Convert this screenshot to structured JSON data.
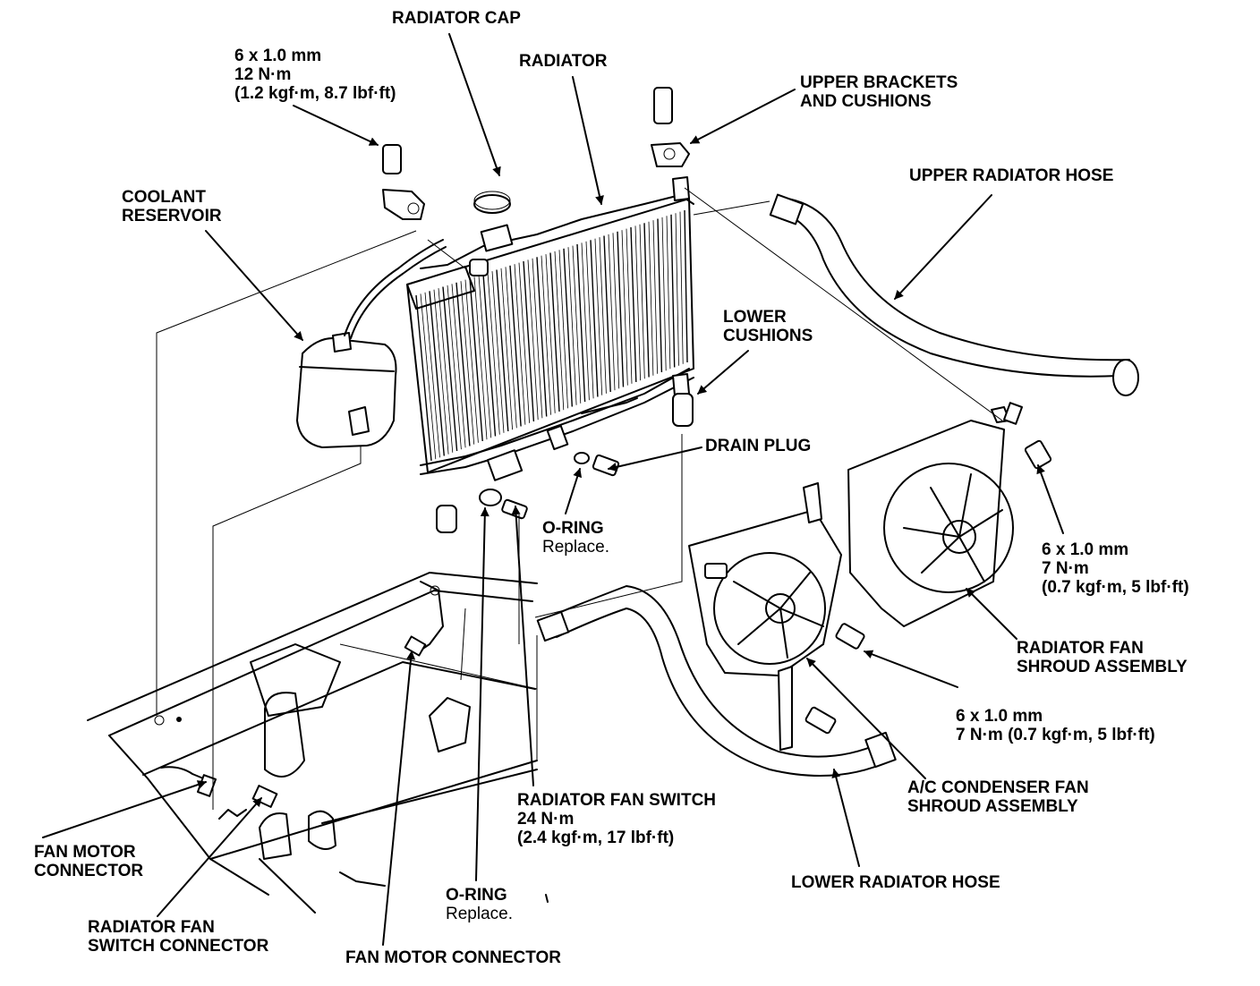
{
  "labels": {
    "radiator_cap": "RADIATOR CAP",
    "radiator": "RADIATOR",
    "bolt_top_left": [
      "6 x 1.0 mm",
      "12 N·m",
      "(1.2 kgf·m, 8.7 lbf·ft)"
    ],
    "upper_brackets": [
      "UPPER BRACKETS",
      "AND CUSHIONS"
    ],
    "upper_radiator_hose": "UPPER RADIATOR HOSE",
    "coolant_reservoir": [
      "COOLANT",
      "RESERVOIR"
    ],
    "lower_cushions": [
      "LOWER",
      "CUSHIONS"
    ],
    "drain_plug": "DRAIN PLUG",
    "o_ring_upper": [
      "O-RING",
      "Replace."
    ],
    "bolt_right_upper": [
      "6 x 1.0 mm",
      "7 N·m",
      "(0.7 kgf·m, 5 lbf·ft)"
    ],
    "radiator_fan_shroud": [
      "RADIATOR FAN",
      "SHROUD ASSEMBLY"
    ],
    "bolt_right_lower": [
      "6 x 1.0 mm",
      "7 N·m (0.7 kgf·m, 5 lbf·ft)"
    ],
    "radiator_fan_switch": [
      "RADIATOR FAN SWITCH",
      "24 N·m",
      "(2.4 kgf·m, 17 lbf·ft)"
    ],
    "ac_condenser_fan_shroud": [
      "A/C CONDENSER FAN",
      "SHROUD ASSEMBLY"
    ],
    "fan_motor_connector_left": [
      "FAN MOTOR",
      "CONNECTOR"
    ],
    "lower_radiator_hose": "LOWER RADIATOR HOSE",
    "o_ring_lower": [
      "O-RING",
      "Replace."
    ],
    "radiator_fan_switch_connector": [
      "RADIATOR FAN",
      "SWITCH CONNECTOR"
    ],
    "fan_motor_connector_bottom": "FAN MOTOR CONNECTOR"
  },
  "colors": {
    "ink": "#000000",
    "paper": "#ffffff"
  }
}
